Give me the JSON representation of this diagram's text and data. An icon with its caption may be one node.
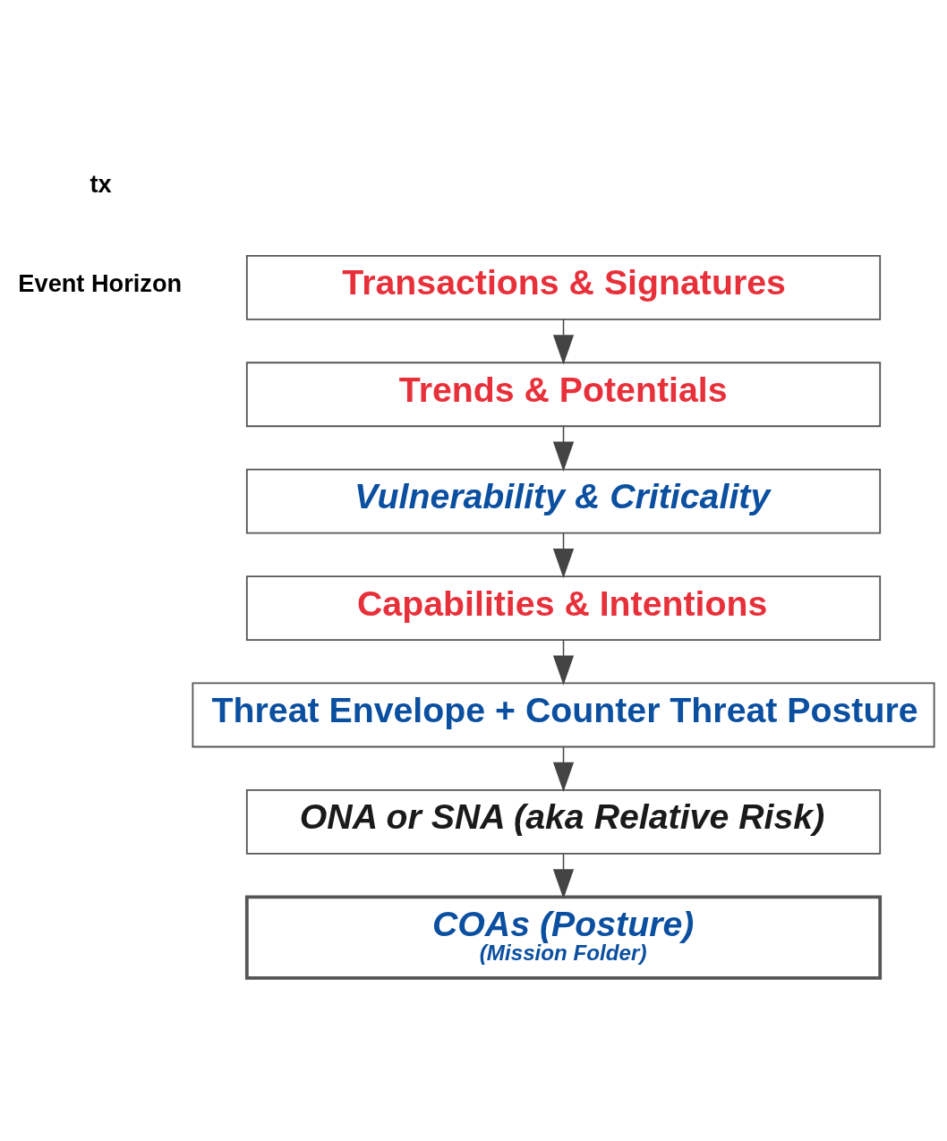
{
  "diagram": {
    "nodes": [
      {
        "text": [
          "Transactions & Signatures"
        ]
      },
      {
        "text": [
          "Trends & Potentials"
        ]
      },
      {
        "text": [
          "Vulnerability & Criticality"
        ]
      },
      {
        "text": [
          "Capabilities & Intentions"
        ]
      },
      {
        "text": [
          "Threat Envelope + Counter Threat Posture"
        ]
      },
      {
        "text": [
          "ONA or SNA (aka Relative Risk)"
        ]
      },
      {
        "text": [
          "COAs (Posture)",
          "(Mission Folder)"
        ]
      }
    ],
    "edges": [
      {
        "from": 0,
        "to": 1,
        "arrow": "to"
      },
      {
        "from": 1,
        "to": 2,
        "arrow": "to"
      },
      {
        "from": 2,
        "to": 3,
        "arrow": "to"
      },
      {
        "from": 3,
        "to": 4,
        "arrow": "to"
      },
      {
        "from": 4,
        "to": 5,
        "arrow": "to"
      },
      {
        "from": 5,
        "to": 6,
        "arrow": "to"
      }
    ],
    "labels": [
      "tx",
      "Event Horizon"
    ]
  }
}
